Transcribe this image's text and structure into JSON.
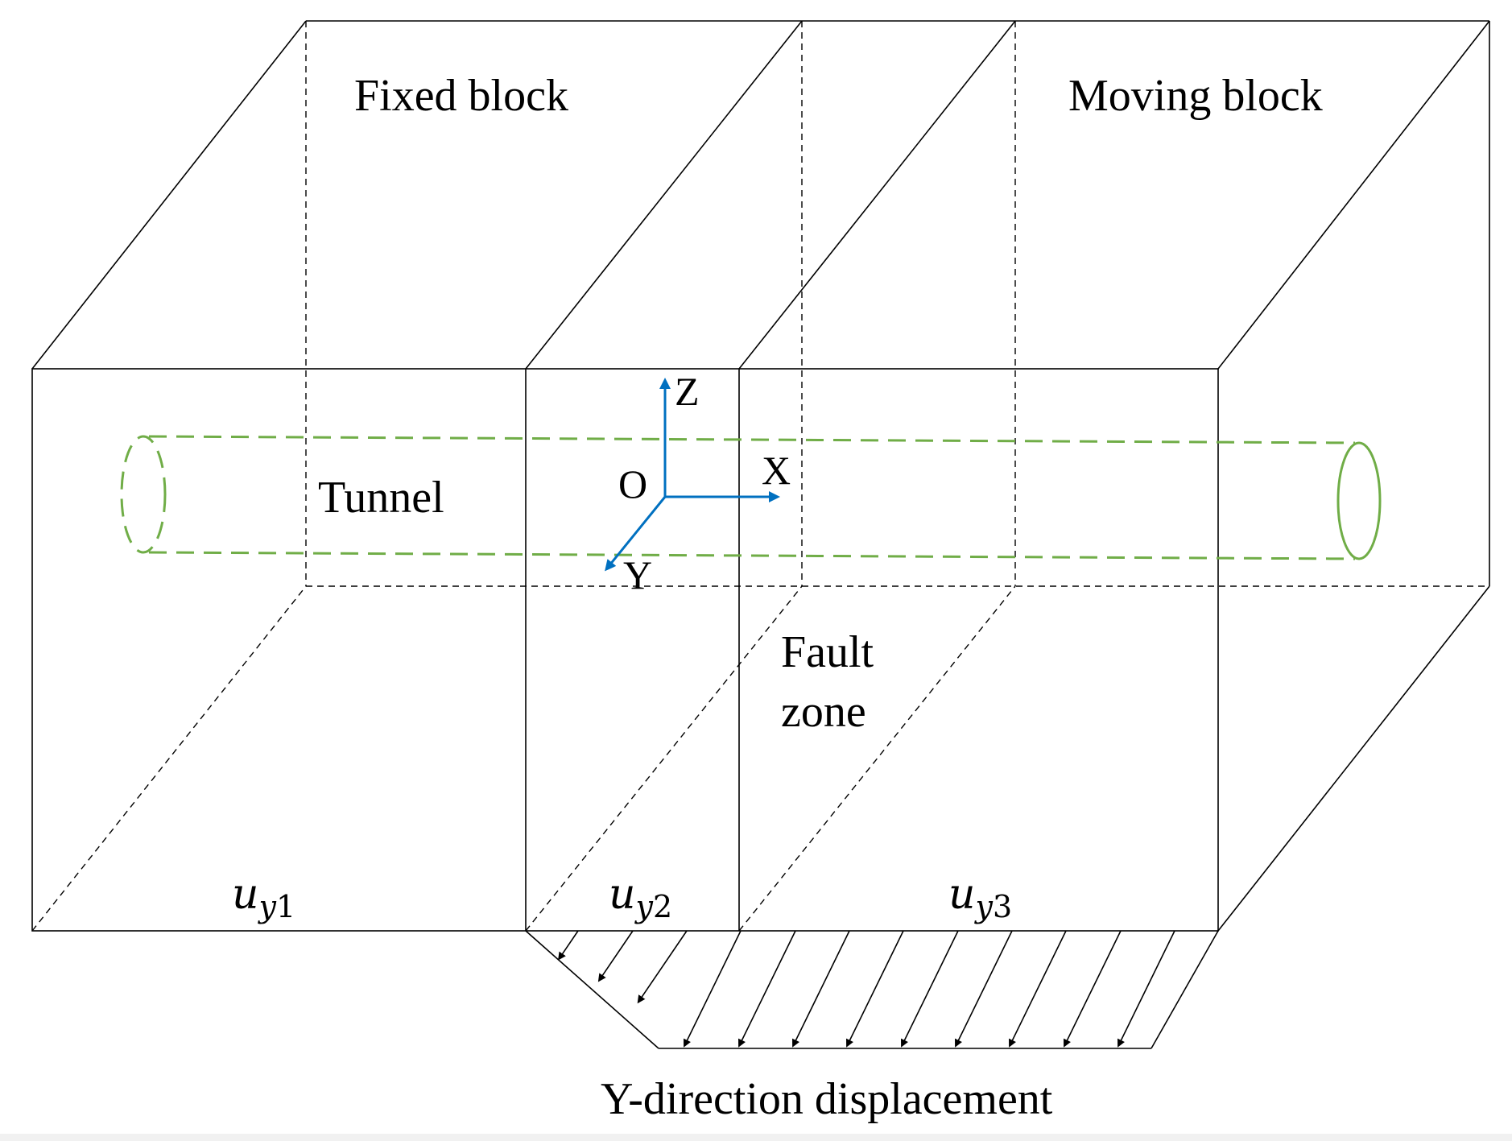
{
  "colors": {
    "tunnel": "#70ad47",
    "axes": "#0070c0",
    "lines": "#000000"
  },
  "labels": {
    "fixed_block": "Fixed block",
    "moving_block": "Moving block",
    "tunnel": "Tunnel",
    "fault_line1": "Fault",
    "fault_line2": "zone",
    "caption": "Y-direction displacement"
  },
  "axes": {
    "z": "Z",
    "x": "X",
    "y": "Y",
    "origin": "O"
  },
  "displacements": [
    {
      "base": "u",
      "sub_var": "y",
      "sub_num": "1"
    },
    {
      "base": "u",
      "sub_var": "y",
      "sub_num": "2"
    },
    {
      "base": "u",
      "sub_var": "y",
      "sub_num": "3"
    }
  ]
}
